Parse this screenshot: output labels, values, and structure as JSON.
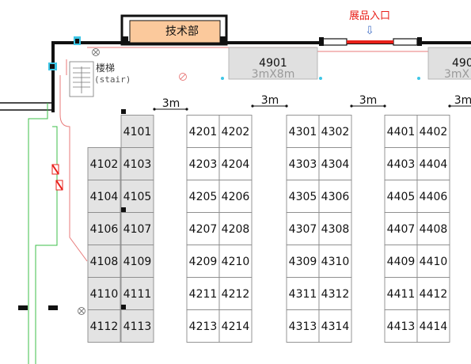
{
  "tech_room": {
    "label": "技术部"
  },
  "entrance": {
    "label": "展品入口",
    "arrow": "⇩"
  },
  "stair": {
    "label": "楼梯",
    "label_en": "(stair)"
  },
  "large_booths": [
    {
      "id": "4901",
      "size": "3mX8m"
    },
    {
      "id": "490",
      "size": "3mX"
    }
  ],
  "aisle_dimensions": [
    "3m",
    "3m",
    "3m",
    "3m"
  ],
  "booth_columns": [
    {
      "booths": [
        "4102",
        "4104",
        "4106",
        "4108",
        "4110",
        "4112"
      ],
      "shaded": true,
      "top": 1
    },
    {
      "booths": [
        "4101",
        "4103",
        "4105",
        "4107",
        "4109",
        "4111",
        "4113"
      ],
      "shaded": true,
      "top": 0
    },
    {
      "booths": [
        "4201",
        "4203",
        "4205",
        "4207",
        "4209",
        "4211",
        "4213"
      ],
      "shaded": false,
      "top": 0
    },
    {
      "booths": [
        "4202",
        "4204",
        "4206",
        "4208",
        "4210",
        "4212",
        "4214"
      ],
      "shaded": false,
      "top": 0
    },
    {
      "booths": [
        "4301",
        "4303",
        "4305",
        "4307",
        "4309",
        "4311",
        "4313"
      ],
      "shaded": false,
      "top": 0
    },
    {
      "booths": [
        "4302",
        "4304",
        "4306",
        "4308",
        "4310",
        "4312",
        "4314"
      ],
      "shaded": false,
      "top": 0
    },
    {
      "booths": [
        "4401",
        "4403",
        "4405",
        "4407",
        "4409",
        "4411",
        "4413"
      ],
      "shaded": false,
      "top": 0
    },
    {
      "booths": [
        "4402",
        "4404",
        "4406",
        "4408",
        "4410",
        "4412",
        "4414"
      ],
      "shaded": false,
      "top": 0
    }
  ],
  "colors": {
    "wall": "#111111",
    "booth_shaded": "#e3e3e3",
    "booth_border": "#8a8a8a",
    "tech_room_fill": "#fbc99c",
    "large_booth_fill": "#e0e0e0",
    "entrance": "#e8201a",
    "exit_route": "#3cbf4a",
    "fire_line": "#e87a7a",
    "door_marker": "#3ec6e6"
  }
}
